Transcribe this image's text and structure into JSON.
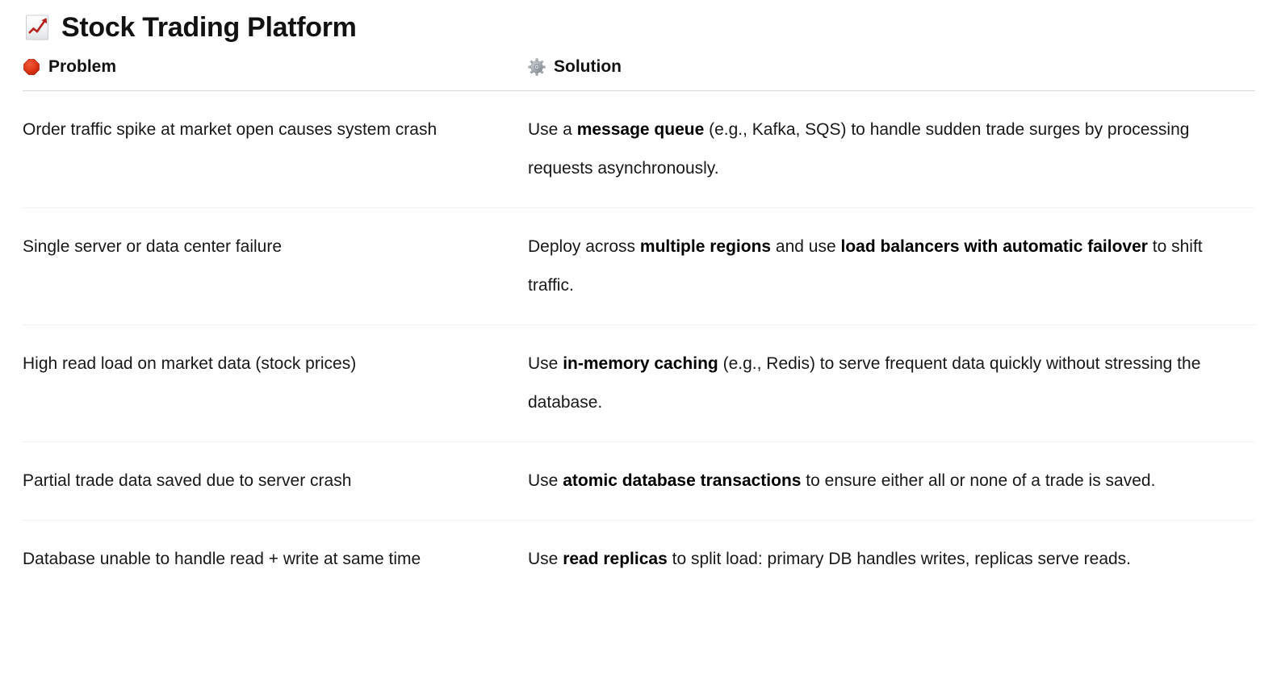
{
  "header": {
    "icon": "chart-increasing-icon",
    "title": "Stock Trading Platform"
  },
  "table": {
    "columns": [
      {
        "icon": "stop-sign-icon",
        "label": "Problem"
      },
      {
        "icon": "gear-icon",
        "label": "Solution"
      }
    ],
    "rows": [
      {
        "problem": "Order traffic spike at market open causes system crash",
        "solution": {
          "parts": [
            {
              "text": "Use a ",
              "bold": false
            },
            {
              "text": "message queue",
              "bold": true
            },
            {
              "text": " (e.g., Kafka, SQS) to handle sudden trade surges by processing requests asynchronously.",
              "bold": false
            }
          ],
          "plain": "Use a message queue (e.g., Kafka, SQS) to handle sudden trade surges by processing requests asynchronously."
        }
      },
      {
        "problem": "Single server or data center failure",
        "solution": {
          "parts": [
            {
              "text": "Deploy across ",
              "bold": false
            },
            {
              "text": "multiple regions",
              "bold": true
            },
            {
              "text": " and use ",
              "bold": false
            },
            {
              "text": "load balancers with automatic failover",
              "bold": true
            },
            {
              "text": " to shift traffic.",
              "bold": false
            }
          ],
          "plain": "Deploy across multiple regions and use load balancers with automatic failover to shift traffic."
        }
      },
      {
        "problem": "High read load on market data (stock prices)",
        "solution": {
          "parts": [
            {
              "text": "Use ",
              "bold": false
            },
            {
              "text": "in-memory caching",
              "bold": true
            },
            {
              "text": " (e.g., Redis) to serve frequent data quickly without stressing the database.",
              "bold": false
            }
          ],
          "plain": "Use in-memory caching (e.g., Redis) to serve frequent data quickly without stressing the database."
        }
      },
      {
        "problem": "Partial trade data saved due to server crash",
        "solution": {
          "parts": [
            {
              "text": "Use ",
              "bold": false
            },
            {
              "text": "atomic database transactions",
              "bold": true
            },
            {
              "text": " to ensure either all or none of a trade is saved.",
              "bold": false
            }
          ],
          "plain": "Use atomic database transactions to ensure either all or none of a trade is saved."
        }
      },
      {
        "problem": "Database unable to handle read + write at same time",
        "solution": {
          "parts": [
            {
              "text": "Use ",
              "bold": false
            },
            {
              "text": "read replicas",
              "bold": true
            },
            {
              "text": " to split load: primary DB handles writes, replicas serve reads.",
              "bold": false
            }
          ],
          "plain": "Use read replicas to split load: primary DB handles writes, replicas serve reads."
        }
      }
    ]
  },
  "colors": {
    "text": "#181818",
    "title": "#121212",
    "header_rule": "#d8d8d8",
    "row_rule": "#f0f0f0",
    "background": "#ffffff",
    "stop_sign_red": "#d32b14",
    "chart_line_red": "#b5201b",
    "gear_gray": "#9aa0a6"
  }
}
